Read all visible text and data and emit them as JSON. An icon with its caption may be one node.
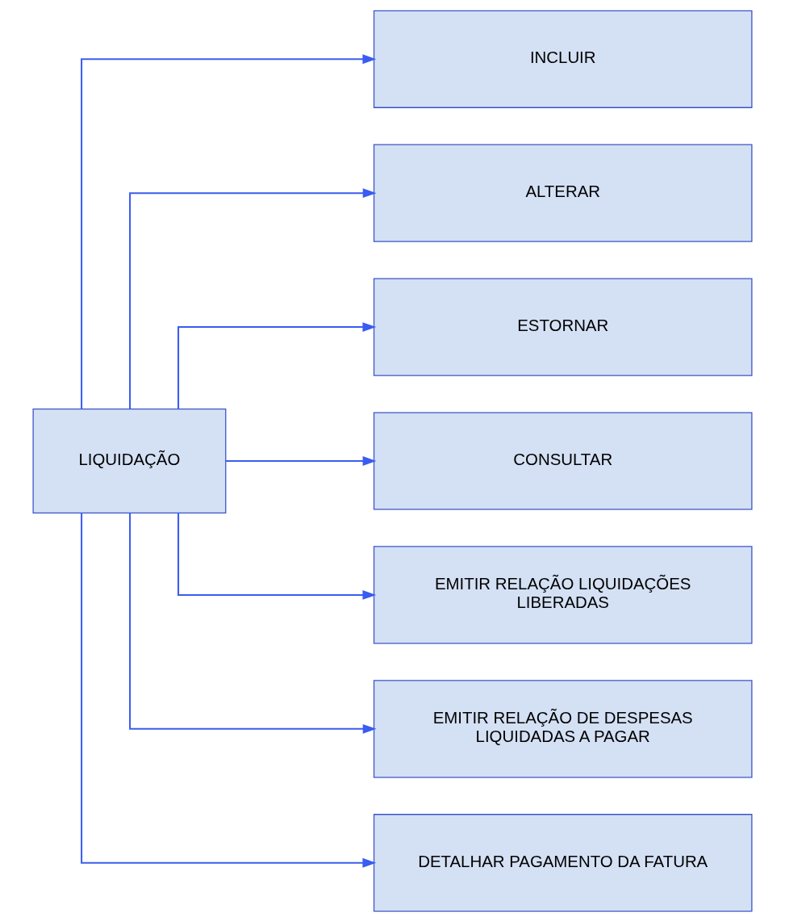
{
  "diagram": {
    "nodes": [
      {
        "text": [
          "LIQUIDAÇÃO"
        ]
      },
      {
        "text": [
          "INCLUIR"
        ]
      },
      {
        "text": [
          "ALTERAR"
        ]
      },
      {
        "text": [
          "ESTORNAR"
        ]
      },
      {
        "text": [
          "CONSULTAR"
        ]
      },
      {
        "text": [
          "EMITIR RELAÇÃO LIQUIDAÇÕES LIBERADAS"
        ]
      },
      {
        "text": [
          "EMITIR RELAÇÃO DE DESPESAS LIQUIDADAS A PAGAR"
        ]
      },
      {
        "text": [
          "DETALHAR PAGAMENTO DA FATURA"
        ]
      }
    ],
    "edges": [
      {
        "from": 0,
        "to": 1,
        "arrow": "to"
      },
      {
        "from": 0,
        "to": 2,
        "arrow": "to"
      },
      {
        "from": 0,
        "to": 3,
        "arrow": "to"
      },
      {
        "from": 0,
        "to": 4,
        "arrow": "to"
      },
      {
        "from": 0,
        "to": 5,
        "arrow": "to"
      },
      {
        "from": 0,
        "to": 6,
        "arrow": "to"
      },
      {
        "from": 0,
        "to": 7,
        "arrow": "to"
      }
    ]
  }
}
